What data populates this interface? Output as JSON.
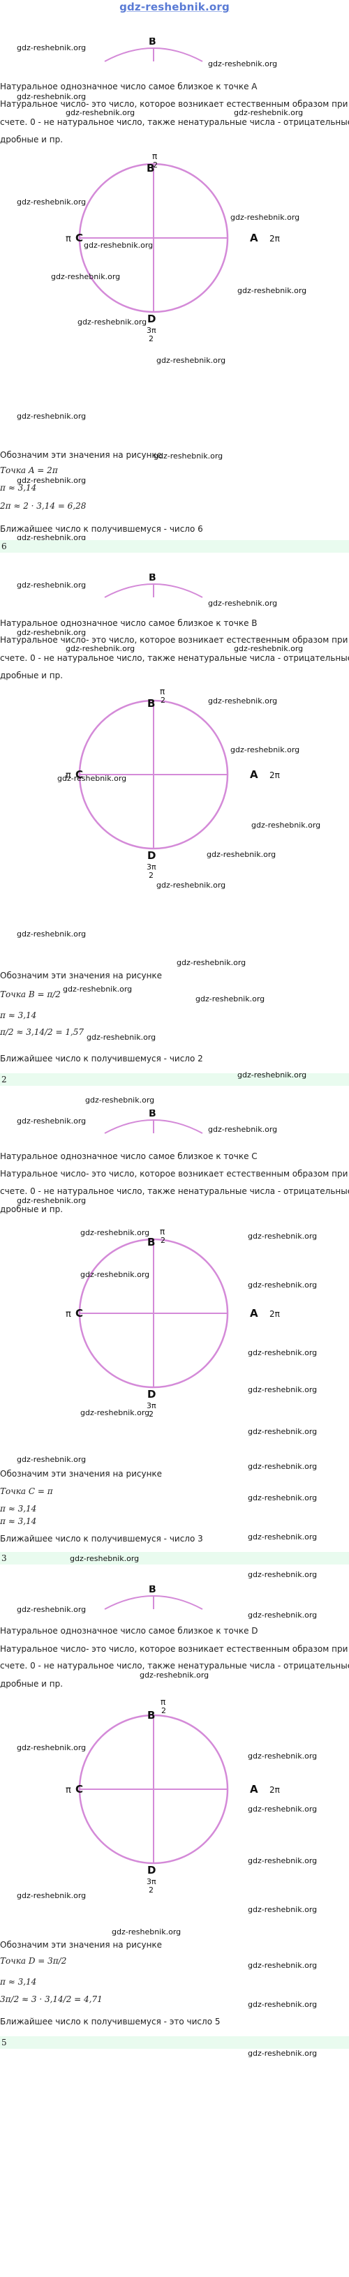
{
  "site": {
    "title": "gdz-reshebnik.org"
  },
  "watermark": "gdz-reshebnik.org",
  "circle_labels": {
    "A": "A",
    "B": "B",
    "C": "C",
    "D": "D",
    "top_value": "π/2",
    "left_value": "π",
    "right_value": "2π",
    "bottom_value": "3π/2"
  },
  "common": {
    "natural_def_1": "Натуральное число- это число, которое возникает естественным образом при",
    "natural_def_2": "счете. 0 - не натуральное число, также ненатуральные числа - отрицательные,",
    "natural_def_3": "дробные и пр.",
    "mark_values": "Обозначим эти значения на рисунке",
    "pi_approx": "π ≈ 3,14"
  },
  "sections": [
    {
      "question": "Натуральное однозначное число самое близкое к точке A",
      "point_line": "Точка A = 2π",
      "calc_line": "2π ≈ 2 · 3,14 = 6,28",
      "nearest": "Ближайшее число к получившемуся - число 6",
      "answer": "6"
    },
    {
      "question": "Натуральное однозначное число самое близкое к точке B",
      "point_line": "Точка B = π/2",
      "calc_line": "π/2 ≈ 3,14/2 = 1,57",
      "nearest": "Ближайшее число к получившемуся - число 2",
      "answer": "2"
    },
    {
      "question": "Натуральное однозначное число самое близкое к точке C",
      "point_line": "Точка C = π",
      "calc_line": "π ≈ 3,14",
      "nearest": "Ближайшее число к получившемуся - число 3",
      "answer": "3"
    },
    {
      "question": "Натуральное однозначное число самое близкое к точке D",
      "point_line": "Точка D = 3π/2",
      "calc_line": "3π/2 ≈ 3 · 3,14/2 = 4,71",
      "nearest": "Ближайшее число к получившемуся - это число 5",
      "answer": "5"
    }
  ]
}
